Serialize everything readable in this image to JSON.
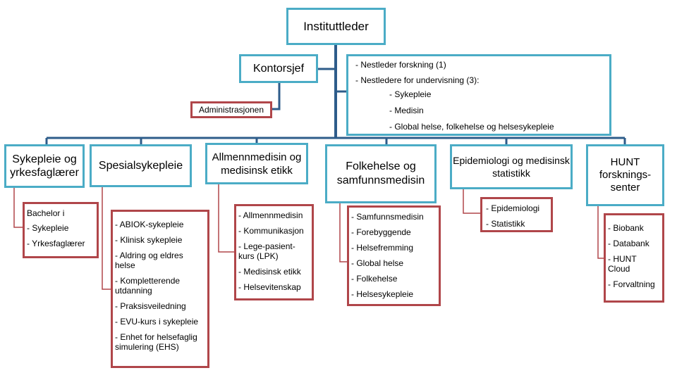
{
  "head": "Instituttleder",
  "office": "Kontorsjef",
  "admin": "Administrasjonen",
  "deputies": {
    "line1": "Nestleder forskning (1)",
    "line2": "Nestledere for undervisning (3):",
    "items": [
      "Sykepleie",
      "Medisin",
      "Global helse, folkehelse og helsesykepleie"
    ]
  },
  "units": [
    {
      "title": "Sykepleie og yrkesfaglærer",
      "lead": "Bachelor i",
      "items": [
        "Sykepleie",
        "Yrkesfaglærer"
      ]
    },
    {
      "title": "Spesialsykepleie",
      "items": [
        "ABIOK-sykepleie",
        "Klinisk sykepleie",
        "Aldring og eldres helse",
        "Kompletterende utdanning",
        "Praksisveiledning",
        "EVU-kurs i sykepleie",
        "Enhet for helsefaglig simulering (EHS)"
      ]
    },
    {
      "title": "Allmennmedisin og medisinsk etikk",
      "items": [
        "Allmennmedisin",
        "Kommunikasjon",
        "Lege-pasient-kurs (LPK)",
        "Medisinsk etikk",
        "Helsevitenskap"
      ]
    },
    {
      "title": "Folkehelse og samfunnsmedisin",
      "items": [
        "Samfunnsmedisin",
        "Forebyggende",
        "Helsefremming",
        "Global helse",
        "Folkehelse",
        "Helsesykepleie"
      ]
    },
    {
      "title": "Epidemiologi og medisinsk statistikk",
      "items": [
        "Epidemiologi",
        "Statistikk"
      ]
    },
    {
      "title": "HUNT forsknings-senter",
      "items": [
        "Biobank",
        "Databank",
        "HUNT Cloud",
        "Forvaltning"
      ]
    }
  ],
  "colors": {
    "unit_border": "#4BACC6",
    "list_border": "#B0464A",
    "main_line": "#1F4E79",
    "branch_line": "#B0464A"
  }
}
